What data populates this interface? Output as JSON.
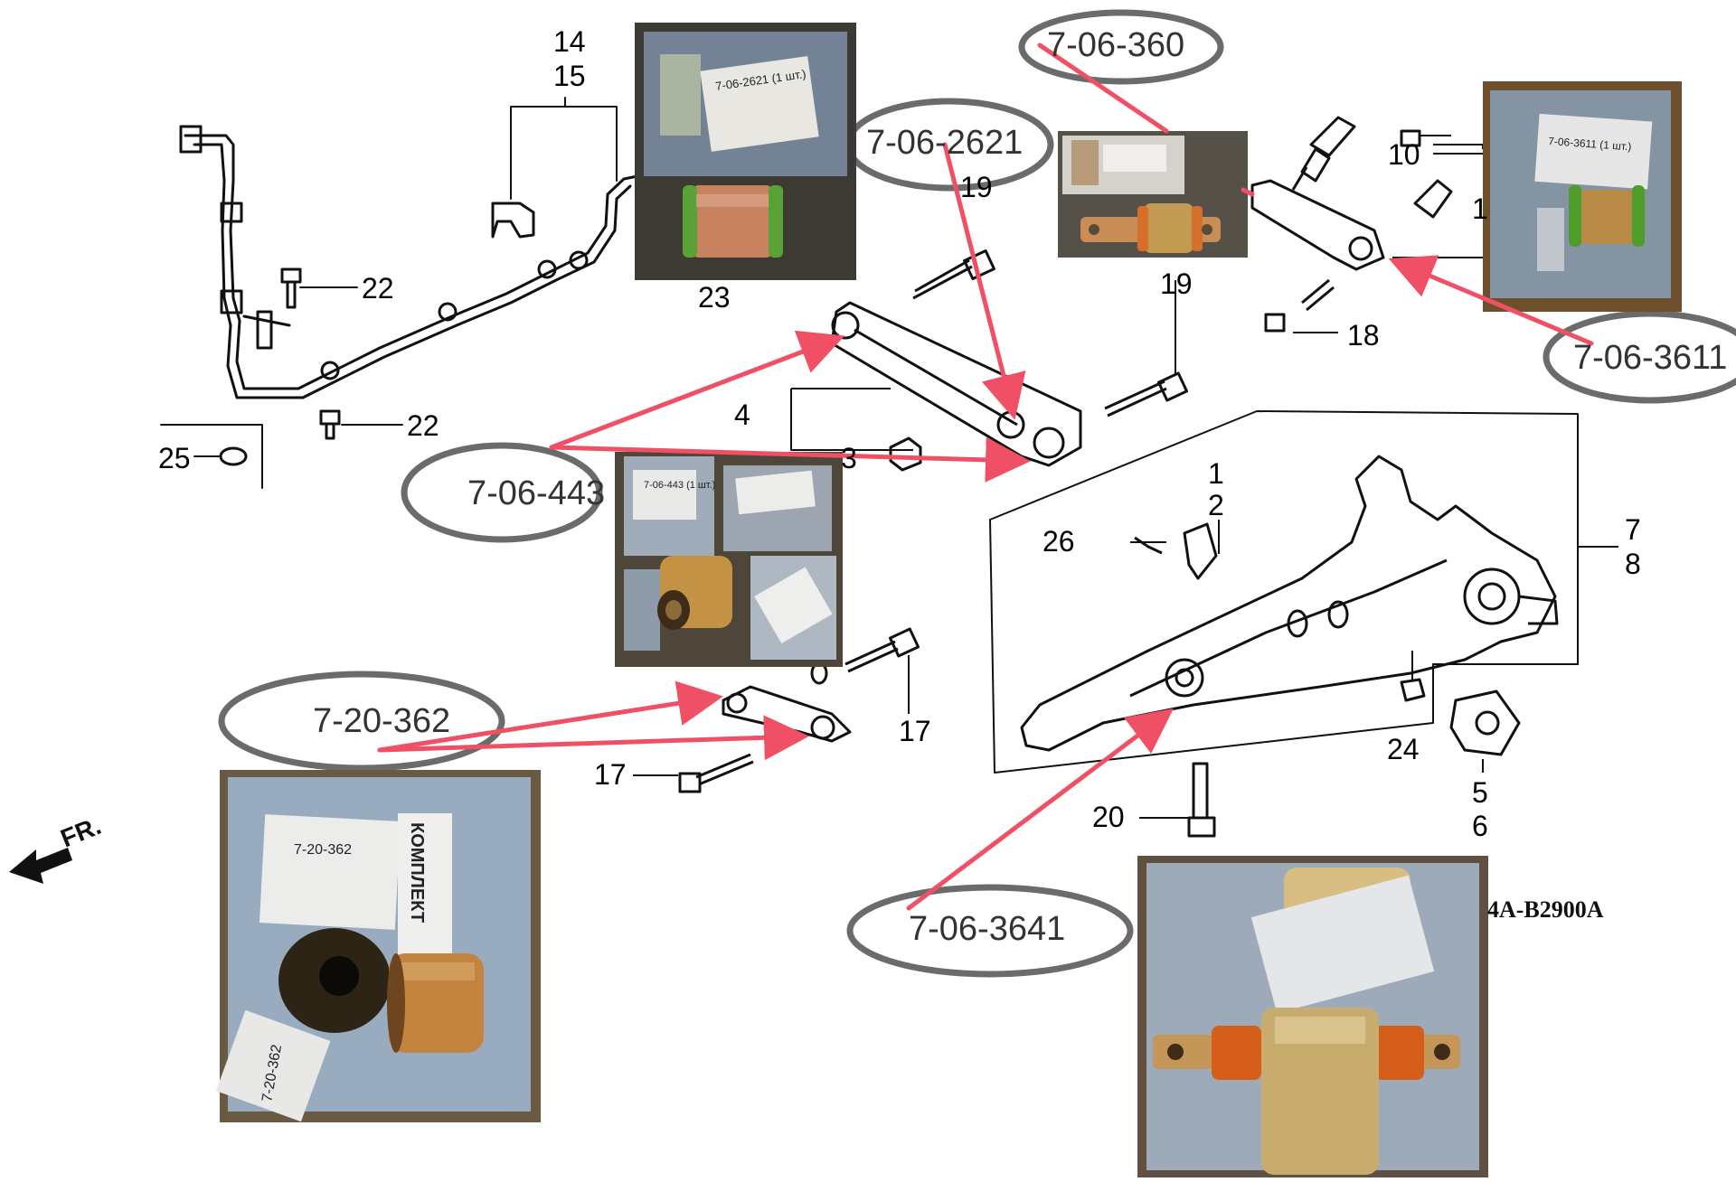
{
  "callouts": {
    "n14": "14",
    "n15": "15",
    "n19a": "19",
    "n19b": "19",
    "n10": "10",
    "n1r": "1",
    "n18": "18",
    "n22a": "22",
    "n22b": "22",
    "n23": "23",
    "n25": "25",
    "n4": "4",
    "n3": "3",
    "n1": "1",
    "n2": "2",
    "n26": "26",
    "n7": "7",
    "n8": "8",
    "n17a": "17",
    "n17b": "17",
    "n24": "24",
    "n5": "5",
    "n6": "6",
    "n20": "20"
  },
  "part_numbers": {
    "p2621": "7-06-2621",
    "p360": "7-06-360",
    "p3611": "7-06-3611",
    "p443": "7-06-443",
    "p362": "7-20-362",
    "p3641": "7-06-3641"
  },
  "diagram_code": "4A-B2900A",
  "front_indicator": "FR.",
  "photo_tags": {
    "t2621": "7-06-2621 (1 шт.)",
    "t3611": "7-06-3611 (1 шт.)",
    "t443": "7-06-443 (1 шт.)",
    "t362": "7-20-362",
    "t362b": "КОМПЛЕКТ",
    "t362c": "7-20-362"
  },
  "colors": {
    "arrow": "#ef5066",
    "ellipse": "#6b6b6b",
    "line_art": "#111111"
  }
}
